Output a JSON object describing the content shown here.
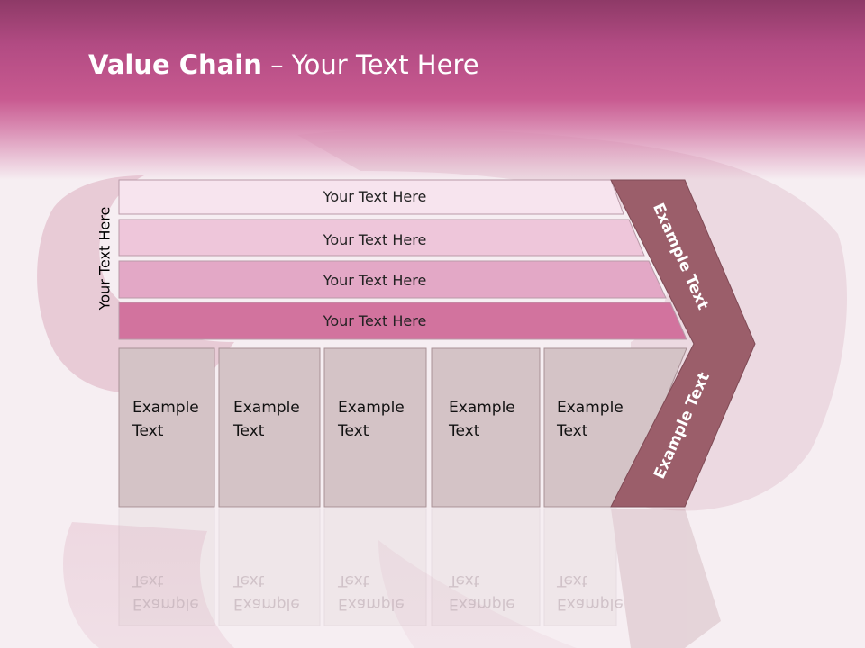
{
  "title": {
    "bold": "Value Chain",
    "rest": " – Your Text Here"
  },
  "vertical_label": "Your Text Here",
  "bars": [
    {
      "label": "Your Text Here",
      "color": "#f7e4ee"
    },
    {
      "label": "Your Text Here",
      "color": "#eec6da"
    },
    {
      "label": "Your Text Here",
      "color": "#e3a8c6"
    },
    {
      "label": "Your Text Here",
      "color": "#d2739e"
    }
  ],
  "cells": [
    {
      "line1": "Example",
      "line2": "Text"
    },
    {
      "line1": "Example",
      "line2": "Text"
    },
    {
      "line1": "Example",
      "line2": "Text"
    },
    {
      "line1": "Example",
      "line2": "Text"
    },
    {
      "line1": "Example",
      "line2": "Text"
    }
  ],
  "arrow": {
    "upper": "Example Text",
    "lower": "Example Text",
    "color": "#9b5e6a"
  },
  "colors": {
    "header": "#c85a90",
    "cell_fill": "#d4c3c6",
    "cell_border": "#a99196"
  }
}
